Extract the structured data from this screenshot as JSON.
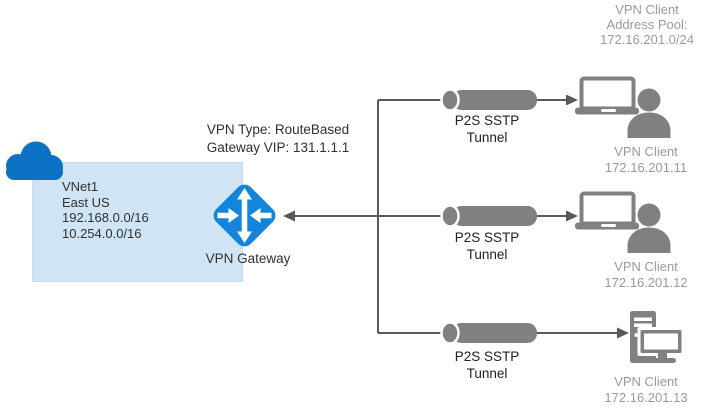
{
  "colors": {
    "cloud_blue": "#0d72c4",
    "gateway_blue": "#1584db",
    "vnet_box_fill": "#cfe4f4",
    "pipe_gray": "#808080",
    "device_gray": "#808080",
    "connector_gray": "#595959",
    "muted_label_gray": "#9a9a9a",
    "dark_text": "#303030"
  },
  "vnet": {
    "name": "VNet1",
    "region": "East US",
    "address_space_1": "192.168.0.0/16",
    "address_space_2": "10.254.0.0/16"
  },
  "gateway": {
    "label": "VPN Gateway",
    "vpn_type_line": "VPN Type: RouteBased",
    "vip_line": "Gateway VIP: 131.1.1.1"
  },
  "address_pool": {
    "line1": "VPN Client",
    "line2": "Address Pool:",
    "line3": "172.16.201.0/24"
  },
  "tunnels": [
    {
      "label_line1": "P2S SSTP",
      "label_line2": "Tunnel"
    },
    {
      "label_line1": "P2S SSTP",
      "label_line2": "Tunnel"
    },
    {
      "label_line1": "P2S SSTP",
      "label_line2": "Tunnel"
    }
  ],
  "clients": [
    {
      "label": "VPN Client",
      "ip": "172.16.201.11",
      "device": "laptop-with-user"
    },
    {
      "label": "VPN Client",
      "ip": "172.16.201.12",
      "device": "laptop-with-user"
    },
    {
      "label": "VPN Client",
      "ip": "172.16.201.13",
      "device": "desktop-pc"
    }
  ]
}
